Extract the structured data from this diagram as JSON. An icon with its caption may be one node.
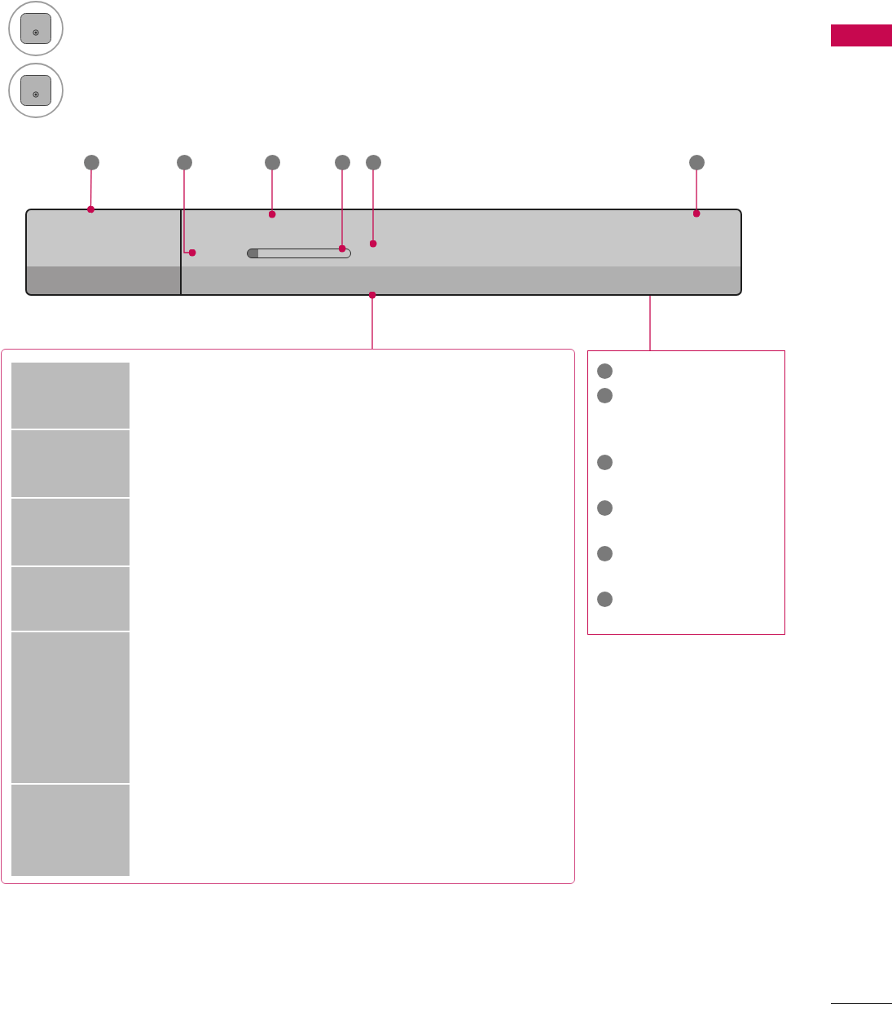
{
  "diagram": {
    "nodes": [
      {
        "text": [],
        "shape": "box"
      },
      {
        "text": [],
        "shape": "circle"
      },
      {
        "text": [],
        "shape": "circle"
      },
      {
        "text": [],
        "shape": "circle"
      },
      {
        "text": [],
        "shape": "circle"
      },
      {
        "text": [],
        "shape": "circle"
      },
      {
        "text": [],
        "shape": "circle"
      },
      {
        "text": [],
        "shape": "box"
      },
      {
        "text": [],
        "shape": "bar",
        "in": 7
      },
      {
        "text": [],
        "shape": "box"
      },
      {
        "text": [],
        "shape": "box",
        "in": 9
      },
      {
        "text": [],
        "shape": "box",
        "in": 9
      },
      {
        "text": [],
        "shape": "box",
        "in": 9
      },
      {
        "text": [],
        "shape": "box",
        "in": 9
      },
      {
        "text": [],
        "shape": "box",
        "in": 9
      },
      {
        "text": [],
        "shape": "box",
        "in": 9
      },
      {
        "text": [],
        "shape": "box"
      },
      {
        "text": [],
        "shape": "circle",
        "in": 16
      },
      {
        "text": [],
        "shape": "circle",
        "in": 16
      },
      {
        "text": [],
        "shape": "circle",
        "in": 16
      },
      {
        "text": [],
        "shape": "circle",
        "in": 16
      },
      {
        "text": [],
        "shape": "circle",
        "in": 16
      },
      {
        "text": [],
        "shape": "circle",
        "in": 16
      }
    ],
    "edges": [
      {
        "from": 1,
        "to": 7,
        "arrow": "other"
      },
      {
        "from": 2,
        "to": 7,
        "arrow": "other"
      },
      {
        "from": 3,
        "to": 7,
        "arrow": "other"
      },
      {
        "from": 4,
        "to": 8,
        "arrow": "other"
      },
      {
        "from": 5,
        "to": 7,
        "arrow": "other"
      },
      {
        "from": 6,
        "to": 7,
        "arrow": "other"
      },
      {
        "from": 9,
        "to": 7,
        "arrow": "other"
      },
      {
        "from": 16,
        "to": 7,
        "arrow": "none"
      }
    ]
  }
}
